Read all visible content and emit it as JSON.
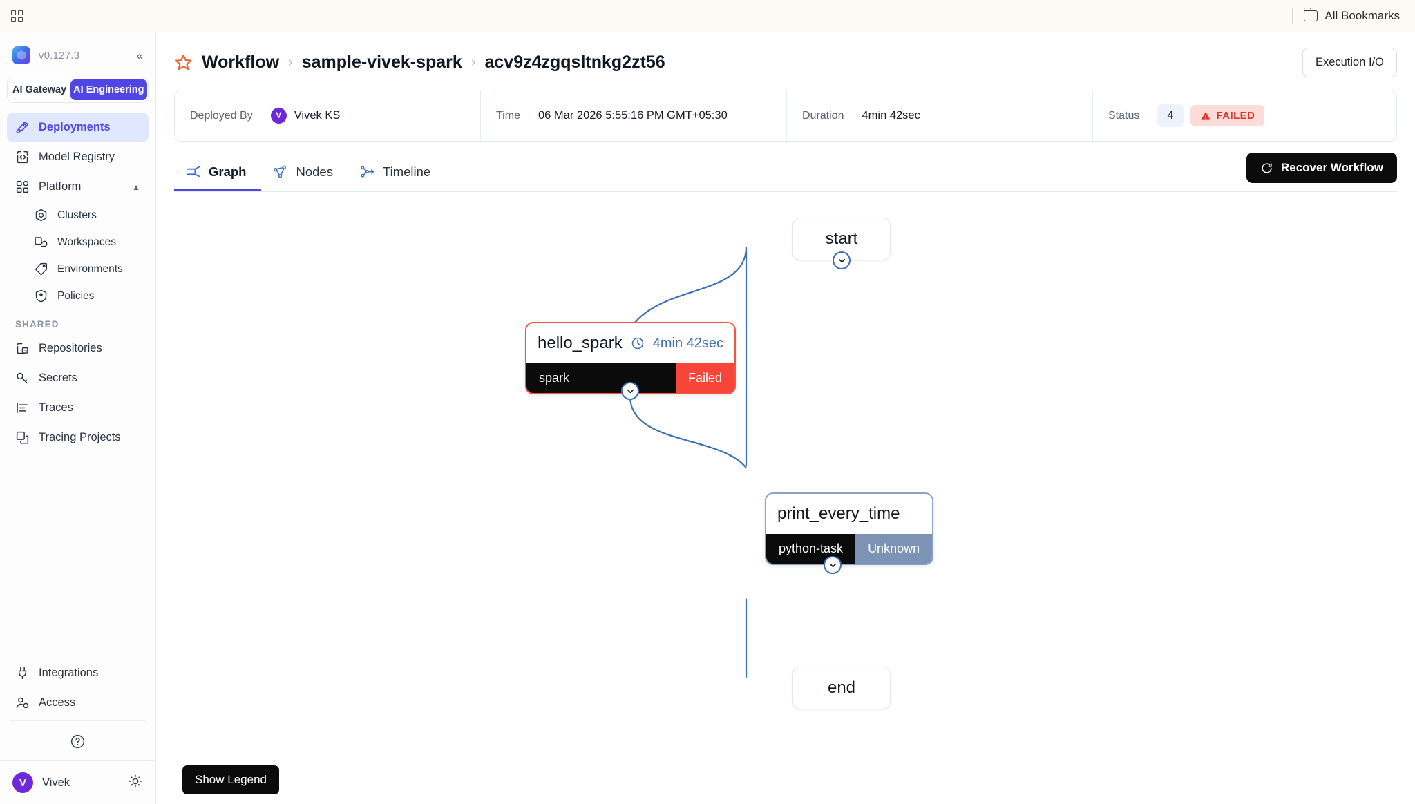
{
  "browser": {
    "apps_icon": "apps-grid-icon",
    "bookmarks_label": "All Bookmarks",
    "folder_icon": "folder-icon"
  },
  "sidebar": {
    "logo_icon": "product-logo-icon",
    "version": "v0.127.3",
    "collapse_icon": "collapse-left-icon",
    "segments": [
      {
        "label": "AI Gateway",
        "active": false
      },
      {
        "label": "AI Engineering",
        "active": true
      }
    ],
    "nav": [
      {
        "label": "Deployments",
        "icon": "rocket-icon",
        "active": true
      },
      {
        "label": "Model Registry",
        "icon": "model-registry-icon",
        "active": false
      },
      {
        "label": "Platform",
        "icon": "platform-grid-icon",
        "active": false,
        "expanded": true
      }
    ],
    "platform_children": [
      {
        "label": "Clusters",
        "icon": "cluster-icon"
      },
      {
        "label": "Workspaces",
        "icon": "workspace-icon"
      },
      {
        "label": "Environments",
        "icon": "tag-icon"
      },
      {
        "label": "Policies",
        "icon": "shield-icon"
      }
    ],
    "shared_label": "SHARED",
    "shared_items": [
      {
        "label": "Repositories",
        "icon": "repository-icon"
      },
      {
        "label": "Secrets",
        "icon": "key-icon"
      },
      {
        "label": "Traces",
        "icon": "traces-icon"
      },
      {
        "label": "Tracing Projects",
        "icon": "tracing-projects-icon"
      }
    ],
    "footer_items": [
      {
        "label": "Integrations",
        "icon": "plug-icon"
      },
      {
        "label": "Access",
        "icon": "user-access-icon"
      }
    ],
    "help_icon": "help-circle-icon",
    "user": {
      "name": "Vivek",
      "initial": "V",
      "theme_icon": "sun-icon"
    }
  },
  "header": {
    "star_icon": "star-favorite-icon",
    "breadcrumb": [
      "Workflow",
      "sample-vivek-spark",
      "acv9z4zgqsltnkg2zt56"
    ],
    "separator": "›",
    "execution_io_label": "Execution I/O"
  },
  "info": {
    "deployed_by_label": "Deployed By",
    "deployed_by_value": "Vivek KS",
    "deployed_by_initial": "V",
    "time_label": "Time",
    "time_value": "06 Mar 2026 5:55:16 PM GMT+05:30",
    "duration_label": "Duration",
    "duration_value": "4min 42sec",
    "status_label": "Status",
    "status_count": "4",
    "status_badge": "FAILED",
    "status_badge_icon": "warning-triangle-icon"
  },
  "tabs": [
    {
      "label": "Graph",
      "icon": "graph-icon",
      "active": true
    },
    {
      "label": "Nodes",
      "icon": "nodes-icon",
      "active": false
    },
    {
      "label": "Timeline",
      "icon": "timeline-icon",
      "active": false
    }
  ],
  "actions": {
    "recover_label": "Recover Workflow",
    "recover_icon": "refresh-icon",
    "legend_label": "Show Legend"
  },
  "graph": {
    "nodes": [
      {
        "id": "start",
        "type": "pill",
        "label": "start"
      },
      {
        "id": "hello_spark",
        "type": "task",
        "label": "hello_spark",
        "duration": "4min 42sec",
        "duration_icon": "clock-icon",
        "task_type": "spark",
        "state": "Failed",
        "state_kind": "failed"
      },
      {
        "id": "print_every_time",
        "type": "task",
        "label": "print_every_time",
        "duration": "",
        "duration_icon": "",
        "task_type": "python-task",
        "state": "Unknown",
        "state_kind": "unknown"
      },
      {
        "id": "end",
        "type": "pill",
        "label": "end"
      }
    ],
    "handle_icon": "chevron-down-icon"
  },
  "colors": {
    "accent": "#4f46e5",
    "failed": "#f8453a",
    "failed_border": "#f4553f",
    "unknown": "#7d93b5",
    "edge": "#3f6fb4",
    "chip_dark": "#0b0b0c",
    "failed_chip_bg": "#fcdcd9",
    "failed_chip_text": "#e0342b"
  }
}
